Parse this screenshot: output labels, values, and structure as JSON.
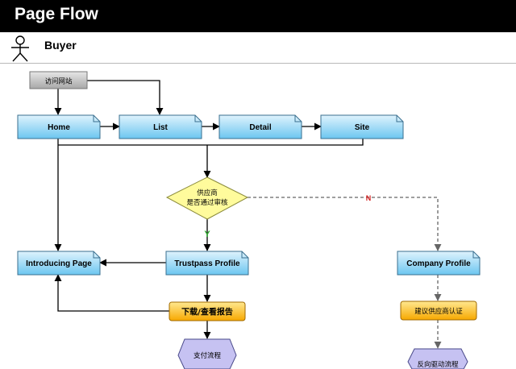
{
  "header": {
    "title": "Page Flow"
  },
  "actor": {
    "label": "Buyer",
    "icon": "stick-figure-icon"
  },
  "flow": {
    "start": "访问网站",
    "pages": {
      "home": "Home",
      "list": "List",
      "detail": "Detail",
      "site": "Site",
      "introducing": "Introducing Page",
      "trustpass": "Trustpass Profile",
      "company": "Company Profile"
    },
    "decision": {
      "line1": "供应商",
      "line2": "是否通过审核"
    },
    "yes_label": "Y",
    "no_label": "N",
    "actions": {
      "download": "下载/查看报告",
      "suggest": "建议供应商认证"
    },
    "terminals": {
      "payment": "支付流程",
      "reverse": "反向驱动流程"
    }
  },
  "colors": {
    "page_top": "#dff3fd",
    "page_bottom": "#6cc6f0",
    "action_top": "#ffe890",
    "action_bottom": "#f7a800",
    "decision": "#fffb9c",
    "terminal": "#c6c2f2",
    "yes": "#2fa82f",
    "no": "#d42020"
  }
}
